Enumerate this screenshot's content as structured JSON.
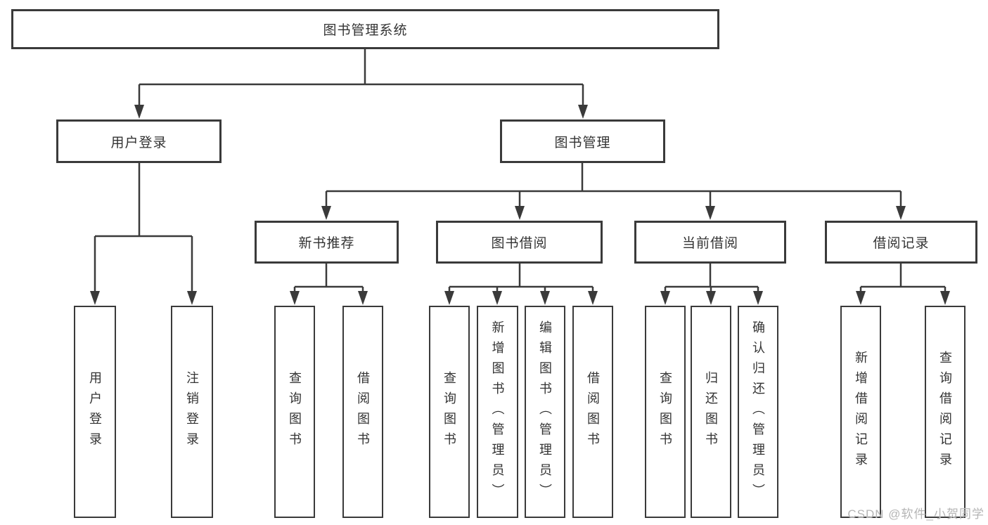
{
  "diagram": {
    "root": {
      "label": "图书管理系统"
    },
    "children": [
      {
        "label": "用户登录",
        "children": [
          {
            "label": "用户登录"
          },
          {
            "label": "注销登录"
          }
        ]
      },
      {
        "label": "图书管理",
        "children": [
          {
            "label": "新书推荐",
            "children": [
              {
                "label": "查询图书"
              },
              {
                "label": "借阅图书"
              }
            ]
          },
          {
            "label": "图书借阅",
            "children": [
              {
                "label": "查询图书"
              },
              {
                "label": "新增图书（管理员）"
              },
              {
                "label": "编辑图书（管理员）"
              },
              {
                "label": "借阅图书"
              }
            ]
          },
          {
            "label": "当前借阅",
            "children": [
              {
                "label": "查询图书"
              },
              {
                "label": "归还图书"
              },
              {
                "label": "确认归还（管理员）"
              }
            ]
          },
          {
            "label": "借阅记录",
            "children": [
              {
                "label": "新增借阅记录"
              },
              {
                "label": "查询借阅记录"
              }
            ]
          }
        ]
      }
    ]
  },
  "watermark": {
    "text": "CSDN @软件_小贺同学"
  },
  "colors": {
    "line": "#3a3a3a",
    "text": "#333333",
    "background": "#ffffff",
    "watermark": "#b5b5b5"
  }
}
